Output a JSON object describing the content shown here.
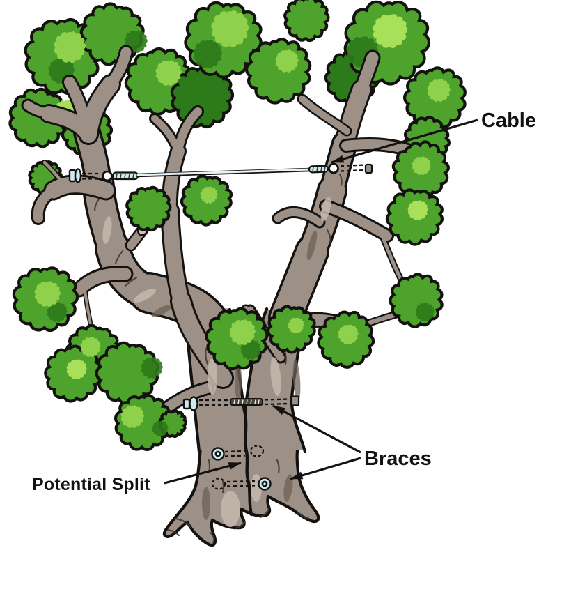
{
  "labels": {
    "cable": "Cable",
    "braces": "Braces",
    "potential_split": "Potential Split"
  },
  "palette": {
    "background": "#ffffff",
    "outline": "#141210",
    "label_text": "#141210",
    "leaf_mid": "#4da32b",
    "leaf_light": "#8fd14b",
    "leaf_lighter": "#a9e05a",
    "leaf_dark": "#2d7a1a",
    "trunk": "#9d9086",
    "trunk_light": "#c6baae",
    "trunk_dark": "#6e6156",
    "bark_line": "#3f372e",
    "cut_wood": "#cfc3b7",
    "cable": "#e6f3f5",
    "hardware": "#cdeaf0",
    "rod": "#4a463c"
  }
}
